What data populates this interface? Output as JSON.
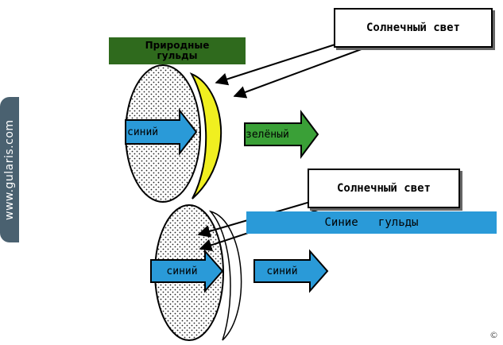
{
  "watermark": "www.gularis.com",
  "copyright": "©",
  "top_diagram": {
    "title": "Природные гульды",
    "title_colors": {
      "bg": "#2f6a1d",
      "text": "#000000"
    },
    "sunlight_label": "Солнечный свет",
    "inner_arrow_label": "синий",
    "outer_arrow_label": "зелёный",
    "colors": {
      "layer": "#f0ef20",
      "inner_arrow": "#2a9ad8",
      "outer_arrow": "#3aa037"
    }
  },
  "bottom_diagram": {
    "title": "Синие   гульды",
    "title_colors": {
      "bg": "#2a9ad8",
      "text": "#000000"
    },
    "sunlight_label": "Солнечный свет",
    "inner_arrow_label": "синий",
    "outer_arrow_label": "синий",
    "colors": {
      "layer": "#ffffff",
      "inner_arrow": "#2a9ad8",
      "outer_arrow": "#2a9ad8"
    }
  }
}
